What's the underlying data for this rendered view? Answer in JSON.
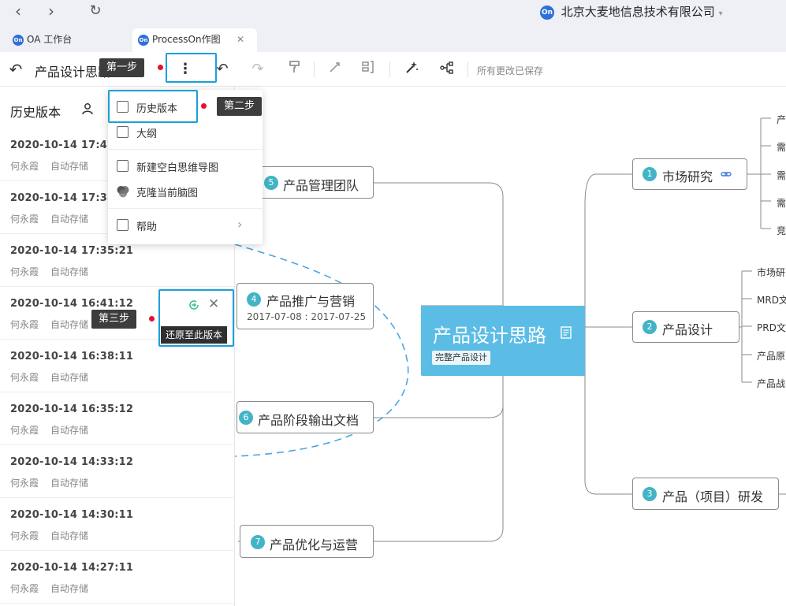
{
  "browser": {
    "back": "‹",
    "forward": "›",
    "reload": "↻",
    "company": "北京大麦地信息技术有限公司",
    "company_caret": "▾",
    "logo_text": "On",
    "tabs": [
      {
        "label": "OA 工作台"
      },
      {
        "label": "ProcessOn作图"
      }
    ],
    "tab_close": "✕"
  },
  "toolbar": {
    "back_icon": "↶",
    "doc_title": "产品设计思路",
    "more_icon": "⋮",
    "undo_icon": "↶",
    "redo_icon": "↷",
    "format_painter_icon": "format-painter",
    "save_status": "所有更改已保存"
  },
  "history_panel": {
    "title": "历史版本",
    "items": [
      {
        "time": "2020-10-14 17:47:11",
        "author": "何永霞",
        "type": "自动存储"
      },
      {
        "time": "2020-10-14 17:38:11",
        "author": "何永霞",
        "type": "自动存储"
      },
      {
        "time": "2020-10-14 17:35:21",
        "author": "何永霞",
        "type": "自动存储"
      },
      {
        "time": "2020-10-14 16:41:12",
        "author": "何永霞",
        "type": "自动存储"
      },
      {
        "time": "2020-10-14 16:38:11",
        "author": "何永霞",
        "type": "自动存储"
      },
      {
        "time": "2020-10-14 16:35:12",
        "author": "何永霞",
        "type": "自动存储"
      },
      {
        "time": "2020-10-14 14:33:12",
        "author": "何永霞",
        "type": "自动存储"
      },
      {
        "time": "2020-10-14 14:30:11",
        "author": "何永霞",
        "type": "自动存储"
      },
      {
        "time": "2020-10-14 14:27:11",
        "author": "何永霞",
        "type": "自动存储"
      }
    ],
    "restore_tooltip": "还原至此版本"
  },
  "menu": {
    "items": [
      {
        "label": "历史版本"
      },
      {
        "label": "大纲"
      },
      {
        "label": "新建空白思维导图"
      },
      {
        "label": "克隆当前脑图"
      },
      {
        "label": "帮助"
      }
    ],
    "chevron": "›"
  },
  "callouts": {
    "step1": "第一步",
    "step2": "第二步",
    "step3": "第三步"
  },
  "mindmap": {
    "root": {
      "title": "产品设计思路",
      "tag": "完整产品设计"
    },
    "right": [
      {
        "num": "1",
        "label": "市场研究",
        "leaves": [
          "产",
          "需",
          "需",
          "需",
          "竞"
        ]
      },
      {
        "num": "2",
        "label": "产品设计",
        "leaves": [
          "市场研",
          "MRD文",
          "PRD文",
          "产品原",
          "产品战"
        ]
      },
      {
        "num": "3",
        "label": "产品（项目）研发"
      }
    ],
    "left": [
      {
        "num": "5",
        "label": "产品管理团队"
      },
      {
        "num": "4",
        "label": "产品推广与营销",
        "date": "2017-07-08 : 2017-07-25"
      },
      {
        "num": "6",
        "label": "产品阶段输出文档"
      },
      {
        "num": "7",
        "label": "产品优化与运营"
      }
    ]
  },
  "colors": {
    "accent": "#1aa0d8",
    "root_fill": "#5bbde6",
    "badge_teal": "#42b4c6",
    "callout_bg": "#3d3d3d",
    "dot_red": "#e8102a"
  }
}
